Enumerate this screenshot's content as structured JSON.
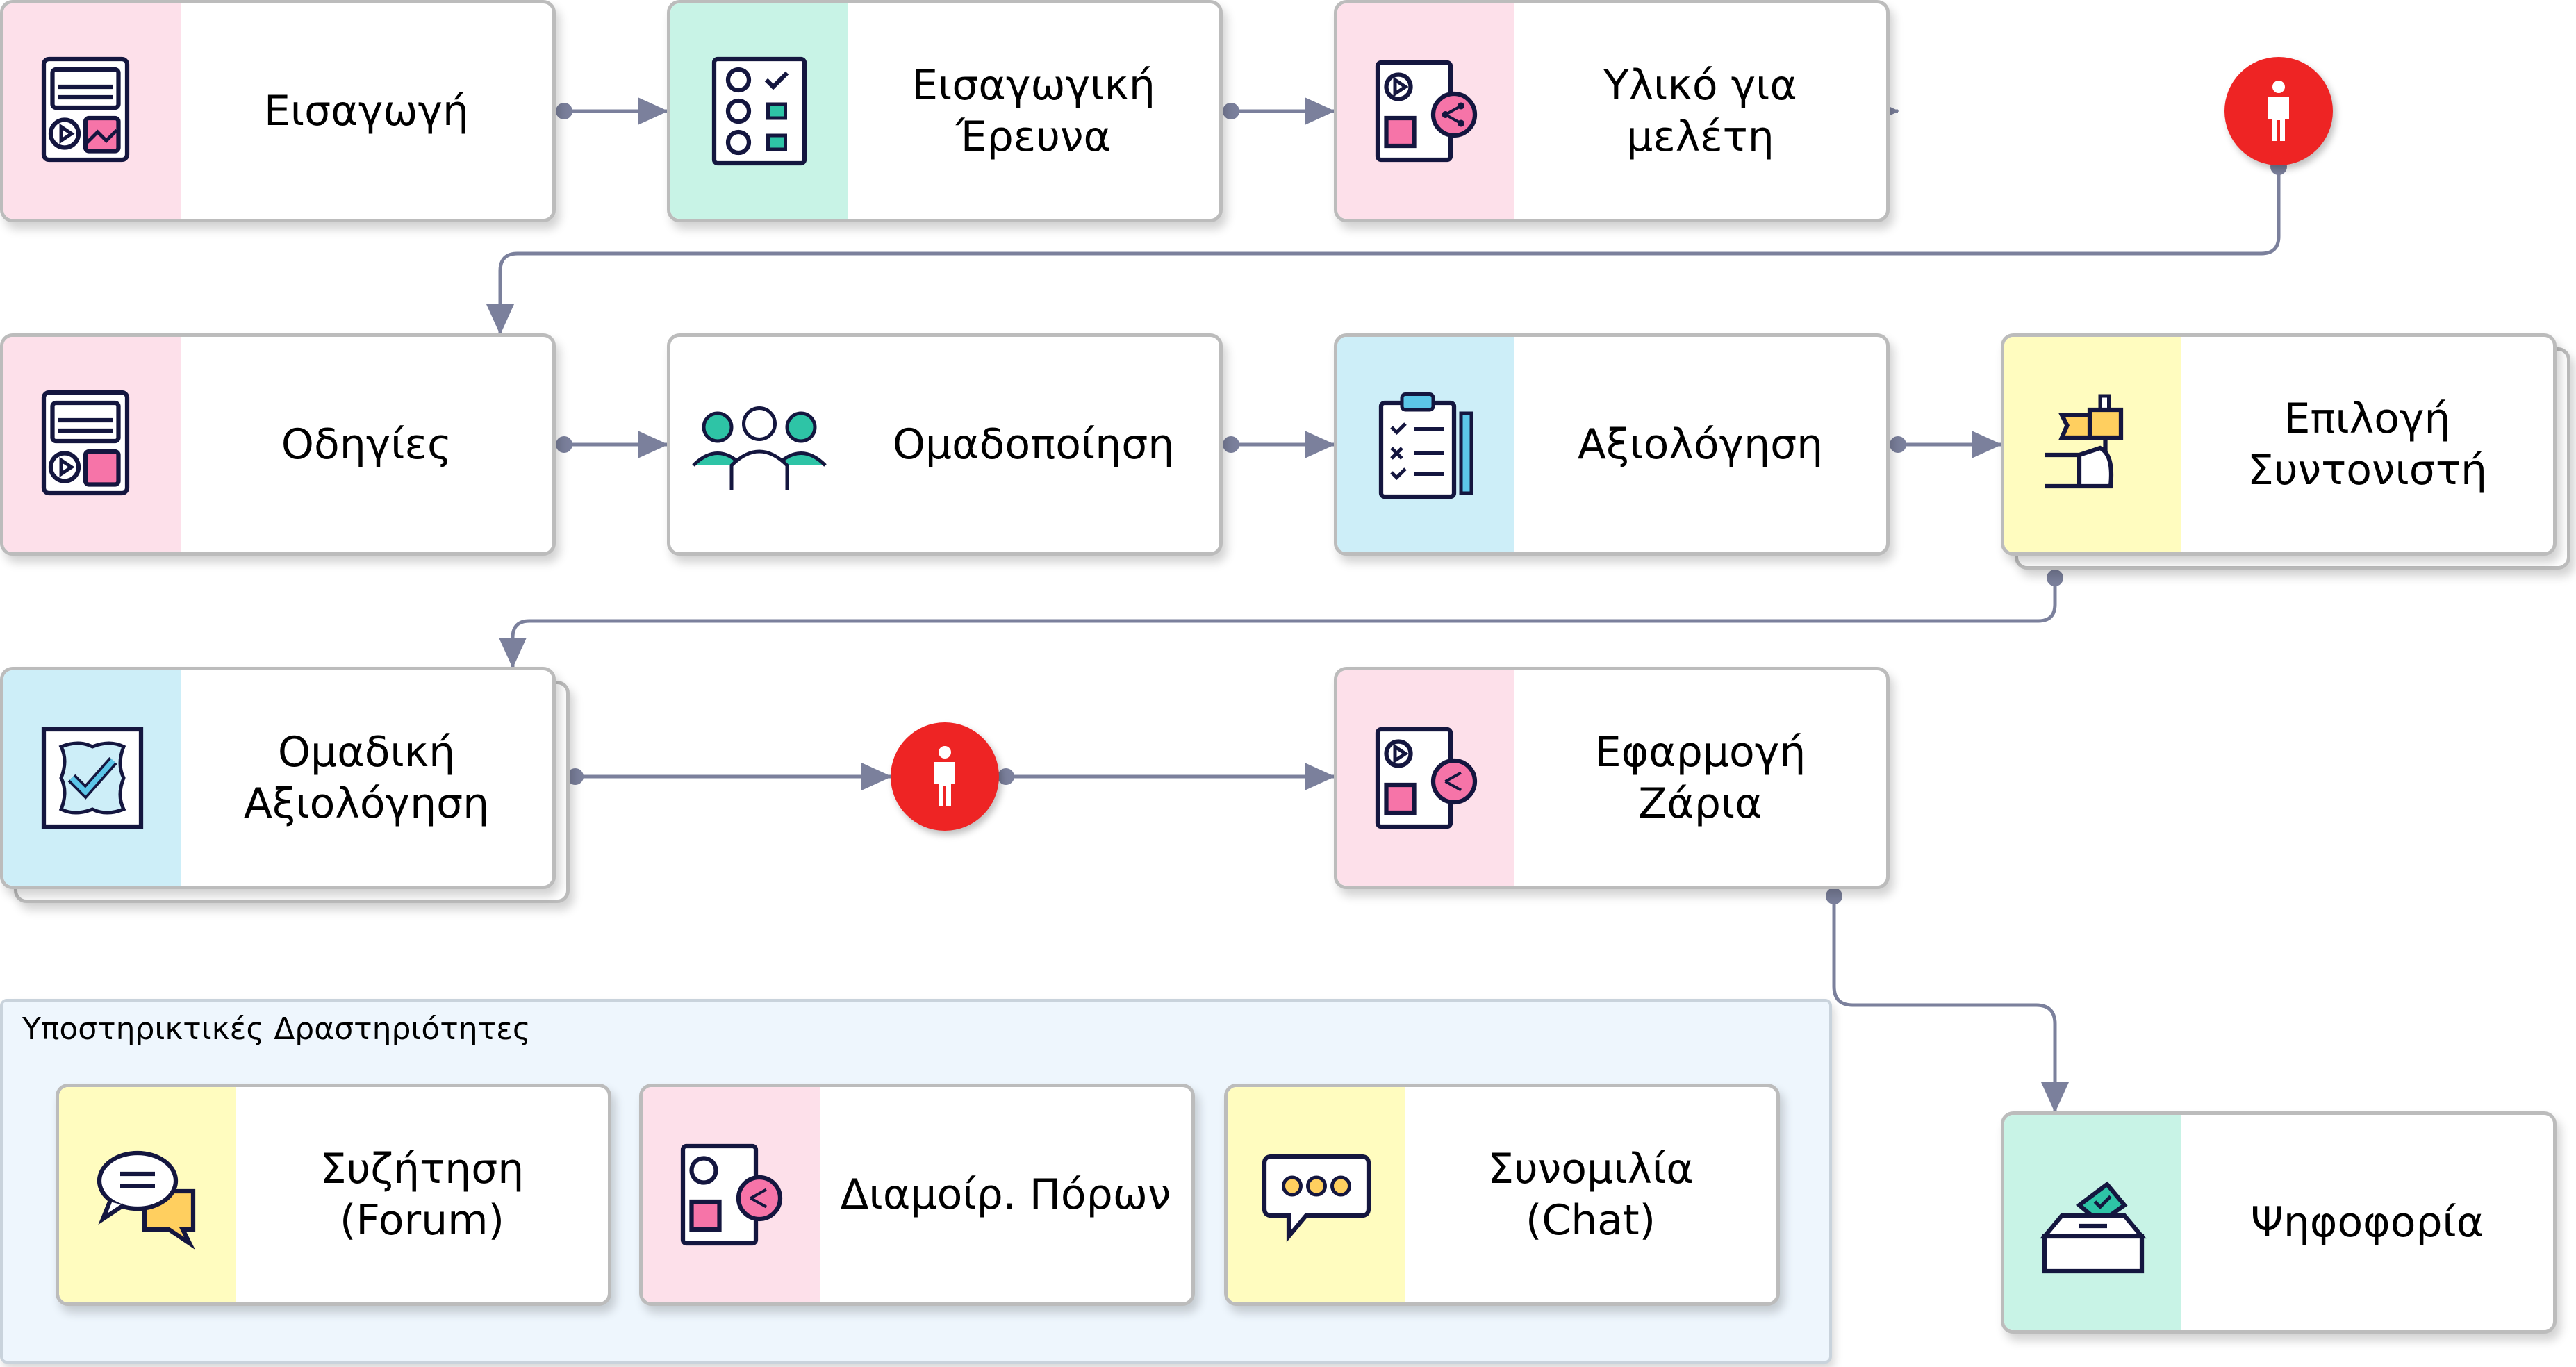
{
  "steps": {
    "intro": "Εισαγωγή",
    "survey": "Εισαγωγική\nΈρευνα",
    "material": "Υλικό για\nμελέτη",
    "instructions": "Οδηγίες",
    "grouping": "Ομαδοποίηση",
    "assessment": "Αξιολόγηση",
    "coordinator": "Επιλογή\nΣυντονιστή",
    "group_assessment": "Ομαδική\nΑξιολόγηση",
    "apply": "Εφαρμογή\nΖάρια",
    "voting": "Ψηφοφορία"
  },
  "support": {
    "title": "Υποστηρικτικές Δραστηριότητες",
    "forum": "Συζήτηση\n(Forum)",
    "resources": "Διαμοίρ. Πόρων",
    "chat": "Συνομιλία\n(Chat)"
  },
  "colors": {
    "connector": "#7b809c",
    "person": "#ee2424",
    "navy": "#14163f",
    "pinkAccent": "#f674a8",
    "teal": "#2ec4a6",
    "gold": "#ffcf5f"
  }
}
